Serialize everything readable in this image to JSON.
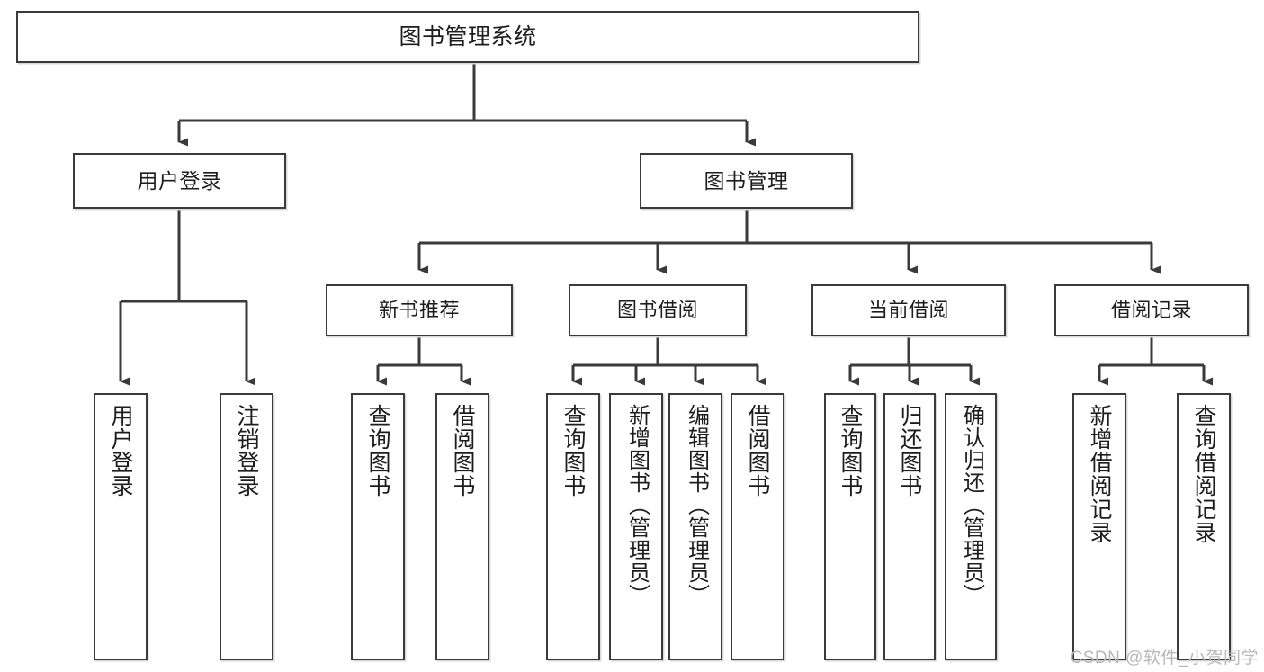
{
  "diagram": {
    "type": "tree-hierarchy-chart",
    "title": "图书管理系统",
    "colors": {
      "box_border": "#3a3a3a",
      "box_fill": "#ffffff",
      "connector": "#3a3a3a",
      "text": "#1d1d1d",
      "watermark": "#b9b9b9",
      "background": "#ffffff"
    },
    "root": {
      "label": "图书管理系统"
    },
    "level2": [
      {
        "label": "用户登录"
      },
      {
        "label": "图书管理"
      }
    ],
    "level3": [
      {
        "label": "新书推荐"
      },
      {
        "label": "图书借阅"
      },
      {
        "label": "当前借阅"
      },
      {
        "label": "借阅记录"
      }
    ],
    "leaves": {
      "user_login": [
        {
          "label": "用户登录"
        },
        {
          "label": "注销登录"
        }
      ],
      "new_book_recommend": [
        {
          "label": "查询图书"
        },
        {
          "label": "借阅图书"
        }
      ],
      "book_borrow": [
        {
          "label": "查询图书"
        },
        {
          "label": "新增图书（管理员）"
        },
        {
          "label": "编辑图书（管理员）"
        },
        {
          "label": "借阅图书"
        }
      ],
      "current_borrow": [
        {
          "label": "查询图书"
        },
        {
          "label": "归还图书"
        },
        {
          "label": "确认归还（管理员）"
        }
      ],
      "borrow_record": [
        {
          "label": "新增借阅记录"
        },
        {
          "label": "查询借阅记录"
        }
      ]
    },
    "watermark": "CSDN @软件_小贺同学"
  }
}
